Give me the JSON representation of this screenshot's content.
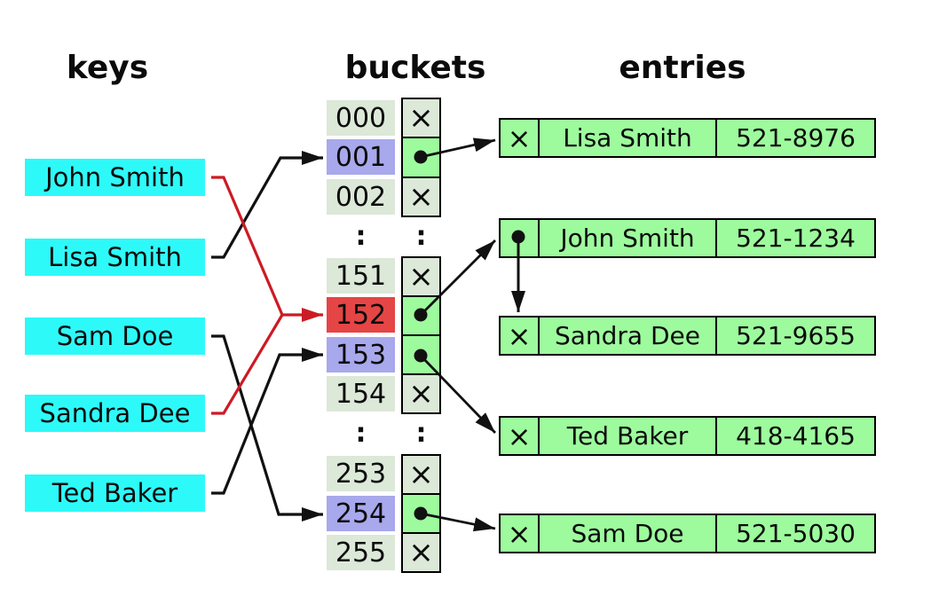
{
  "header": {
    "keys": "keys",
    "buckets": "buckets",
    "entries": "entries"
  },
  "keys": [
    {
      "label": "John Smith"
    },
    {
      "label": "Lisa Smith"
    },
    {
      "label": "Sam Doe"
    },
    {
      "label": "Sandra Dee"
    },
    {
      "label": "Ted Baker"
    }
  ],
  "buckets": {
    "ellipsis": ":",
    "rows": [
      {
        "label": "000",
        "slot": "empty",
        "highlight": "none"
      },
      {
        "label": "001",
        "slot": "pointer",
        "highlight": "purple"
      },
      {
        "label": "002",
        "slot": "empty",
        "highlight": "none"
      },
      {
        "label": "151",
        "slot": "empty",
        "highlight": "none"
      },
      {
        "label": "152",
        "slot": "pointer",
        "highlight": "red"
      },
      {
        "label": "153",
        "slot": "pointer",
        "highlight": "purple"
      },
      {
        "label": "154",
        "slot": "empty",
        "highlight": "none"
      },
      {
        "label": "253",
        "slot": "empty",
        "highlight": "none"
      },
      {
        "label": "254",
        "slot": "pointer",
        "highlight": "purple"
      },
      {
        "label": "255",
        "slot": "empty",
        "highlight": "none"
      }
    ]
  },
  "entries": [
    {
      "slot": "empty",
      "name": "Lisa Smith",
      "phone": "521-8976"
    },
    {
      "slot": "pointer",
      "name": "John Smith",
      "phone": "521-1234"
    },
    {
      "slot": "empty",
      "name": "Sandra Dee",
      "phone": "521-9655"
    },
    {
      "slot": "empty",
      "name": "Ted Baker",
      "phone": "418-4165"
    },
    {
      "slot": "empty",
      "name": "Sam Doe",
      "phone": "521-5030"
    }
  ],
  "icons": {
    "empty_slot": "×",
    "pointer_dot": "●"
  },
  "colors": {
    "key_fill": "#2ef9f9",
    "bucket_label_fill": "#dce8d8",
    "bucket_highlight_purple": "#a8a8ec",
    "bucket_highlight_red": "#e54545",
    "slot_green_fill": "#9dfb9d",
    "entry_fill": "#9dfb9d",
    "line_black": "#111111",
    "collision_line_red": "#cc1b24"
  }
}
